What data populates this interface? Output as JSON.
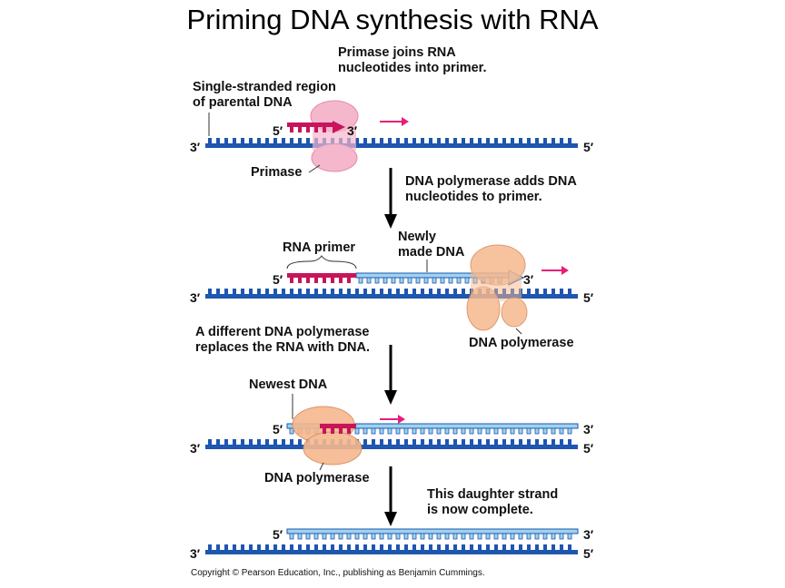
{
  "title": "Priming DNA synthesis with RNA",
  "copyright": "Copyright © Pearson Education, Inc., publishing as Benjamin Cummings.",
  "ends": {
    "five": "5′",
    "three": "3′"
  },
  "colors": {
    "parental_strand": "#1e56b0",
    "new_dna": "#9fd3ee",
    "rna_primer": "#c8145a",
    "primase": "#f5b7cc",
    "dna_polymerase": "#f6b88e",
    "direction_arrow": "#e61e78"
  },
  "stages": [
    {
      "notes": [
        {
          "id": "primase-joins",
          "lines": [
            "Primase joins RNA",
            "nucleotides into primer."
          ]
        },
        {
          "id": "single-stranded",
          "lines": [
            "Single-stranded region",
            "of parental DNA"
          ]
        },
        {
          "id": "primase",
          "lines": [
            "Primase"
          ]
        }
      ]
    },
    {
      "step_label": [
        "DNA polymerase adds DNA",
        "nucleotides to primer."
      ],
      "notes": [
        {
          "id": "rna-primer",
          "lines": [
            "RNA primer"
          ]
        },
        {
          "id": "newly-made",
          "lines": [
            "Newly",
            "made DNA"
          ]
        },
        {
          "id": "dna-polymerase-1",
          "lines": [
            "DNA polymerase"
          ]
        }
      ]
    },
    {
      "step_label": [
        "A different DNA polymerase",
        "replaces the RNA with DNA."
      ],
      "notes": [
        {
          "id": "newest-dna",
          "lines": [
            "Newest DNA"
          ]
        },
        {
          "id": "dna-polymerase-2",
          "lines": [
            "DNA polymerase"
          ]
        }
      ]
    },
    {
      "step_label": [
        "This daughter strand",
        "is now complete."
      ],
      "notes": []
    }
  ]
}
